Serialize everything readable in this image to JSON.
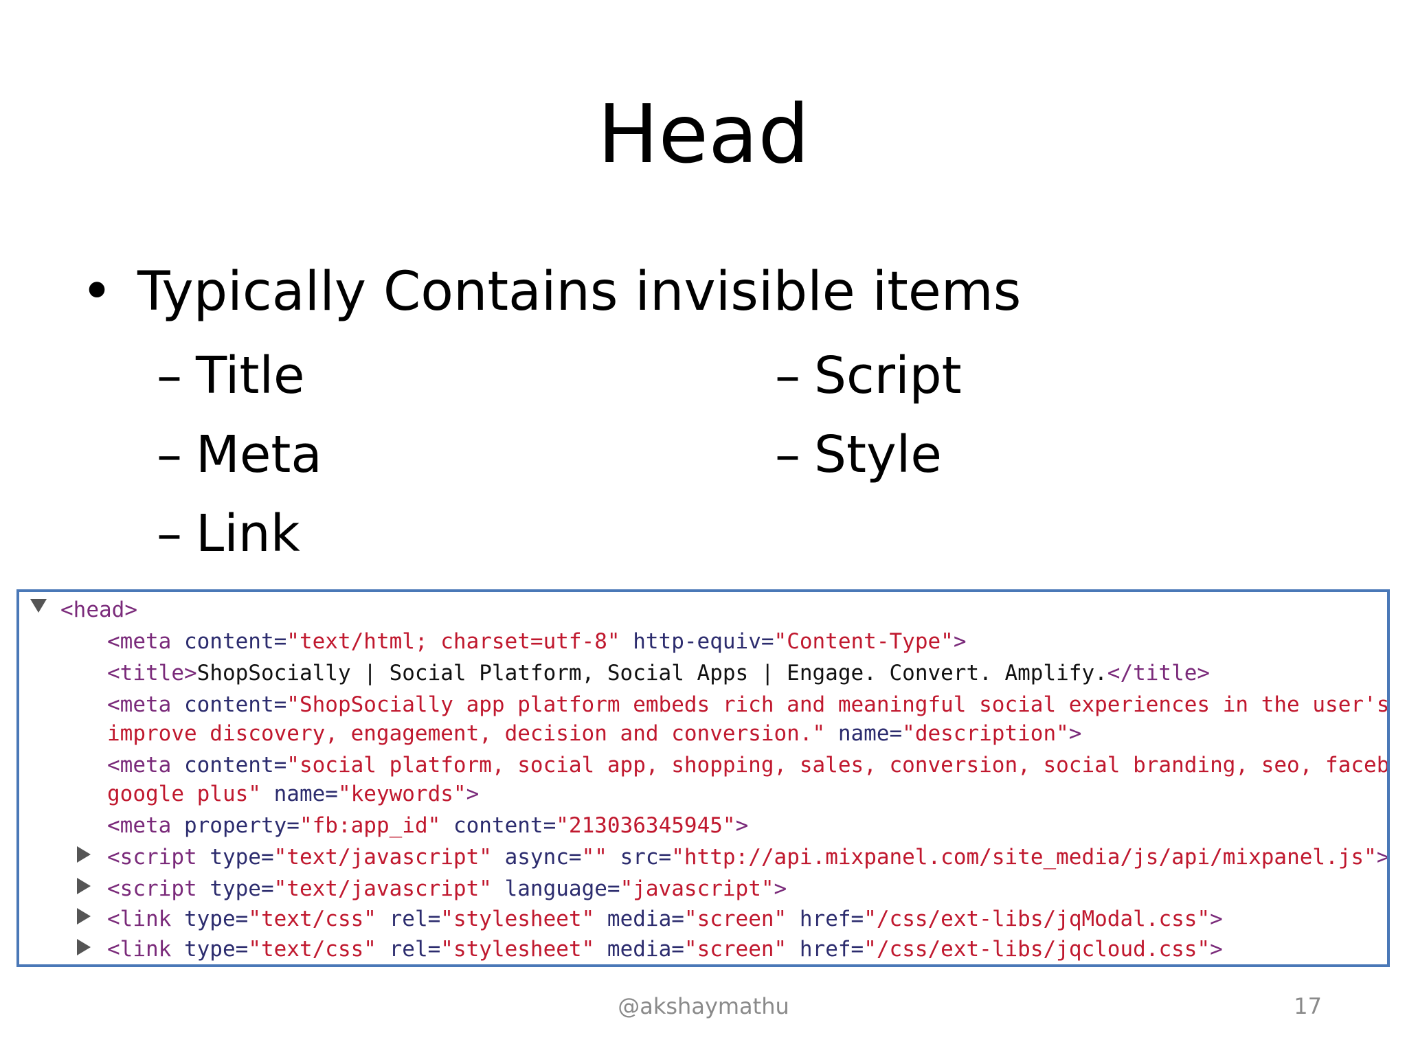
{
  "slide": {
    "title": "Head",
    "bullet": {
      "marker": "•",
      "text": "Typically Contains invisible items"
    },
    "sub_items": {
      "dash": "–",
      "left": [
        "Title",
        "Meta",
        "Link"
      ],
      "right": [
        "Script",
        "Style"
      ]
    },
    "code": {
      "head_open": "<head>",
      "lines": [
        {
          "open": "<meta ",
          "a1": "content=",
          "v1": "\"text/html; charset=utf-8\"",
          "a2": " http-equiv=",
          "v2": "\"Content-Type\"",
          "close": ">"
        },
        {
          "open": "<title>",
          "text": "ShopSocially | Social Platform, Social Apps | Engage. Convert. Amplify.",
          "close": "</title>"
        },
        {
          "open": "<meta ",
          "a1": "content=",
          "v1": "\"ShopSocially app platform embeds rich and meaningful social experiences in the user'sbuying"
        },
        {
          "v1": "improve discovery, engagement, decision and conversion.\"",
          "a2": " name=",
          "v2": "\"description\"",
          "close": ">"
        },
        {
          "open": "<meta ",
          "a1": "content=",
          "v1": "\"social platform, social app, shopping, sales, conversion, social branding, seo, facebook, t"
        },
        {
          "v1": "google plus\"",
          "a2": " name=",
          "v2": "\"keywords\"",
          "close": ">"
        },
        {
          "open": "<meta ",
          "a1": "property=",
          "v1": "\"fb:app_id\"",
          "a2": " content=",
          "v2": "\"213036345945\"",
          "close": ">"
        },
        {
          "open": "<script ",
          "a1": "type=",
          "v1": "\"text/javascript\"",
          "a2": " async=",
          "v2": "\"\"",
          "a3": " src=",
          "v3": "\"http://api.mixpanel.com/site_media/js/api/mixpanel.js\"",
          "close": ">"
        },
        {
          "open": "<script ",
          "a1": "type=",
          "v1": "\"text/javascript\"",
          "a2": " language=",
          "v2": "\"javascript\"",
          "close": ">"
        },
        {
          "open": "<link ",
          "a1": "type=",
          "v1": "\"text/css\"",
          "a2": " rel=",
          "v2": "\"stylesheet\"",
          "a3": " media=",
          "v3": "\"screen\"",
          "a4": " href=",
          "v4": "\"/css/ext-libs/jqModal.css\"",
          "close": ">"
        },
        {
          "open": "<link ",
          "a1": "type=",
          "v1": "\"text/css\"",
          "a2": " rel=",
          "v2": "\"stylesheet\"",
          "a3": " media=",
          "v3": "\"screen\"",
          "a4": " href=",
          "v4": "\"/css/ext-libs/jqcloud.css\"",
          "close": ">"
        }
      ]
    },
    "footer": {
      "handle": "@akshaymathu",
      "page_number": "17"
    },
    "colors": {
      "border": "#4a78b7",
      "value": "#c0182e",
      "attribute": "#2c2c6e",
      "tag": "#7a2a7a",
      "footer": "#8a8a8a"
    }
  }
}
